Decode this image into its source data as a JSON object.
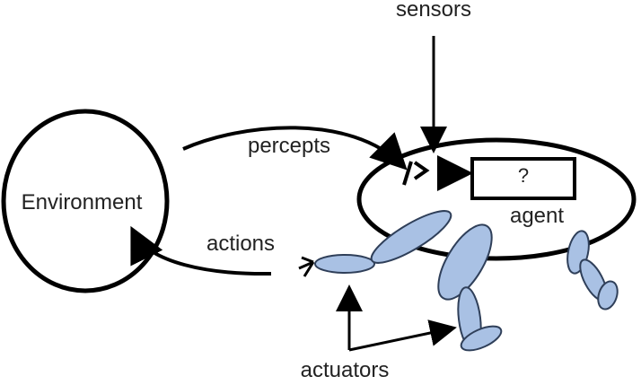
{
  "labels": {
    "sensors": "sensors",
    "percepts": "percepts",
    "environment": "Environment",
    "actions": "actions",
    "agent": "agent",
    "unknown": "?",
    "actuators": "actuators"
  },
  "colors": {
    "stroke": "#000000",
    "limb_fill": "#a9c1e4",
    "limb_stroke": "#2f3f59",
    "background": "#ffffff"
  }
}
